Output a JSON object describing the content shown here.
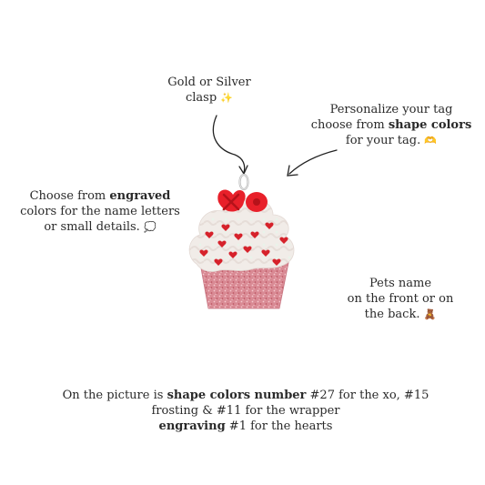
{
  "notes": {
    "clasp": {
      "line1": "Gold or Silver",
      "line2": "clasp",
      "emoji": "✨"
    },
    "shape": {
      "line1": "Personalize your tag",
      "line2_prefix": "choose from ",
      "line2_bold": "shape colors",
      "line3": "for your tag.",
      "emoji": "🫶"
    },
    "engraved": {
      "line1_prefix": "Choose from ",
      "line1_bold": "engraved",
      "line2": "colors for the name letters",
      "line3": "or small details.",
      "emoji": "💭"
    },
    "pets": {
      "line1": "Pets name",
      "line2": "on the front or on",
      "line3": "the back.",
      "emoji": "🧸"
    },
    "bottom": {
      "line1_prefix": "On the picture is ",
      "line1_bold": "shape colors number",
      "line1_suffix": " #27 for the xo, #15",
      "line2": "frosting & #11 for the wrapper",
      "line3_bold": "engraving",
      "line3_suffix": " #1 for the hearts"
    }
  },
  "colors": {
    "xo_red": "#e8202a",
    "frosting": "#f1ece8",
    "wrapper": "#d98a94",
    "heart_red": "#d6222b",
    "clasp_silver": "#c8c8c8"
  },
  "decor": {
    "xo_mark": "xo"
  }
}
